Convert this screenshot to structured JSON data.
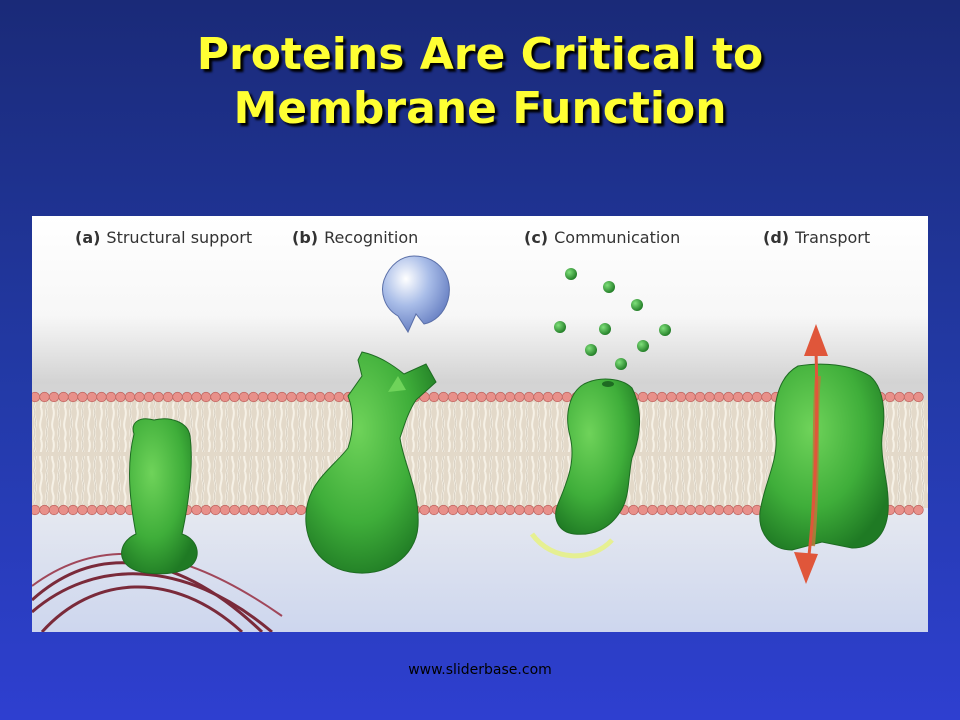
{
  "slide": {
    "title_line1": "Proteins Are Critical to",
    "title_line2": "Membrane Function",
    "footer": "www.sliderbase.com"
  },
  "panels": [
    {
      "letter": "(a)",
      "label": "Structural support"
    },
    {
      "letter": "(b)",
      "label": "Recognition"
    },
    {
      "letter": "(c)",
      "label": "Communication"
    },
    {
      "letter": "(d)",
      "label": "Transport"
    }
  ],
  "colors": {
    "title": "#ffff33",
    "background": "#233aa8",
    "protein": "#3fae3a",
    "lipid_head": "#e8908a",
    "arrow": "#e0563a",
    "fiber": "#7a2a3a",
    "recognition_molecule": "#a9bde8"
  }
}
